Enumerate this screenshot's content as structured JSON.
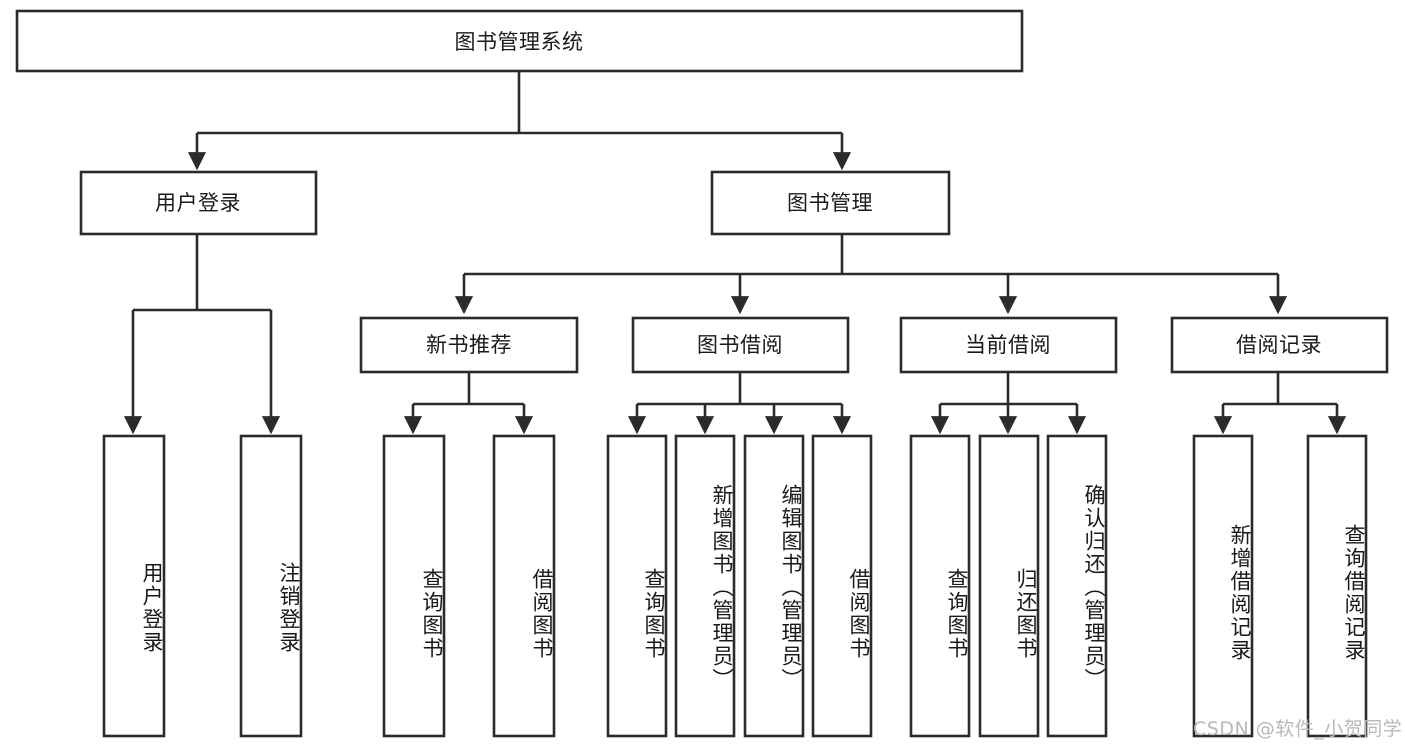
{
  "diagram": {
    "title_node": "图书管理系统",
    "watermark": "CSDN @软件_小贺同学",
    "colors": {
      "stroke": "#2b2b2b",
      "fill": "#ffffff",
      "text": "#1a1a1a",
      "watermark": "#b9b9b9"
    },
    "level1": [
      {
        "label": "用户登录"
      },
      {
        "label": "图书管理"
      }
    ],
    "level2": [
      {
        "label": "新书推荐"
      },
      {
        "label": "图书借阅"
      },
      {
        "label": "当前借阅"
      },
      {
        "label": "借阅记录"
      }
    ],
    "leaves": {
      "user_login": [
        {
          "label": "用户登录"
        },
        {
          "label": "注销登录"
        }
      ],
      "new_books": [
        {
          "label": "查询图书"
        },
        {
          "label": "借阅图书"
        }
      ],
      "book_borrow": [
        {
          "label": "查询图书"
        },
        {
          "label": "新增图书（管理员）"
        },
        {
          "label": "编辑图书（管理员）"
        },
        {
          "label": "借阅图书"
        }
      ],
      "current_borrow": [
        {
          "label": "查询图书"
        },
        {
          "label": "归还图书"
        },
        {
          "label": "确认归还（管理员）"
        }
      ],
      "borrow_records": [
        {
          "label": "新增借阅记录"
        },
        {
          "label": "查询借阅记录"
        }
      ]
    }
  },
  "chart_data": {
    "type": "diagram",
    "subtype": "tree-hierarchy",
    "title": "图书管理系统",
    "orientation": "top-down",
    "nodes": [
      {
        "id": "root",
        "label": "图书管理系统",
        "level": 0
      },
      {
        "id": "user-login",
        "label": "用户登录",
        "level": 1
      },
      {
        "id": "book-mgmt",
        "label": "图书管理",
        "level": 1
      },
      {
        "id": "new-book-rec",
        "label": "新书推荐",
        "level": 2
      },
      {
        "id": "book-borrow",
        "label": "图书借阅",
        "level": 2
      },
      {
        "id": "current-borrow",
        "label": "当前借阅",
        "level": 2
      },
      {
        "id": "borrow-record",
        "label": "借阅记录",
        "level": 2
      },
      {
        "id": "leaf-user-login",
        "label": "用户登录",
        "level": 3
      },
      {
        "id": "leaf-logout",
        "label": "注销登录",
        "level": 3
      },
      {
        "id": "leaf-query-book-1",
        "label": "查询图书",
        "level": 3
      },
      {
        "id": "leaf-borrow-book-1",
        "label": "借阅图书",
        "level": 3
      },
      {
        "id": "leaf-query-book-2",
        "label": "查询图书",
        "level": 3
      },
      {
        "id": "leaf-add-book",
        "label": "新增图书（管理员）",
        "level": 3
      },
      {
        "id": "leaf-edit-book",
        "label": "编辑图书（管理员）",
        "level": 3
      },
      {
        "id": "leaf-borrow-book-2",
        "label": "借阅图书",
        "level": 3
      },
      {
        "id": "leaf-query-book-3",
        "label": "查询图书",
        "level": 3
      },
      {
        "id": "leaf-return-book",
        "label": "归还图书",
        "level": 3
      },
      {
        "id": "leaf-confirm-return",
        "label": "确认归还（管理员）",
        "level": 3
      },
      {
        "id": "leaf-add-record",
        "label": "新增借阅记录",
        "level": 3
      },
      {
        "id": "leaf-query-record",
        "label": "查询借阅记录",
        "level": 3
      }
    ],
    "edges": [
      {
        "from": "root",
        "to": "user-login"
      },
      {
        "from": "root",
        "to": "book-mgmt"
      },
      {
        "from": "user-login",
        "to": "leaf-user-login"
      },
      {
        "from": "user-login",
        "to": "leaf-logout"
      },
      {
        "from": "book-mgmt",
        "to": "new-book-rec"
      },
      {
        "from": "book-mgmt",
        "to": "book-borrow"
      },
      {
        "from": "book-mgmt",
        "to": "current-borrow"
      },
      {
        "from": "book-mgmt",
        "to": "borrow-record"
      },
      {
        "from": "new-book-rec",
        "to": "leaf-query-book-1"
      },
      {
        "from": "new-book-rec",
        "to": "leaf-borrow-book-1"
      },
      {
        "from": "book-borrow",
        "to": "leaf-query-book-2"
      },
      {
        "from": "book-borrow",
        "to": "leaf-add-book"
      },
      {
        "from": "book-borrow",
        "to": "leaf-edit-book"
      },
      {
        "from": "book-borrow",
        "to": "leaf-borrow-book-2"
      },
      {
        "from": "current-borrow",
        "to": "leaf-query-book-3"
      },
      {
        "from": "current-borrow",
        "to": "leaf-return-book"
      },
      {
        "from": "current-borrow",
        "to": "leaf-confirm-return"
      },
      {
        "from": "borrow-record",
        "to": "leaf-add-record"
      },
      {
        "from": "borrow-record",
        "to": "leaf-query-record"
      }
    ]
  }
}
